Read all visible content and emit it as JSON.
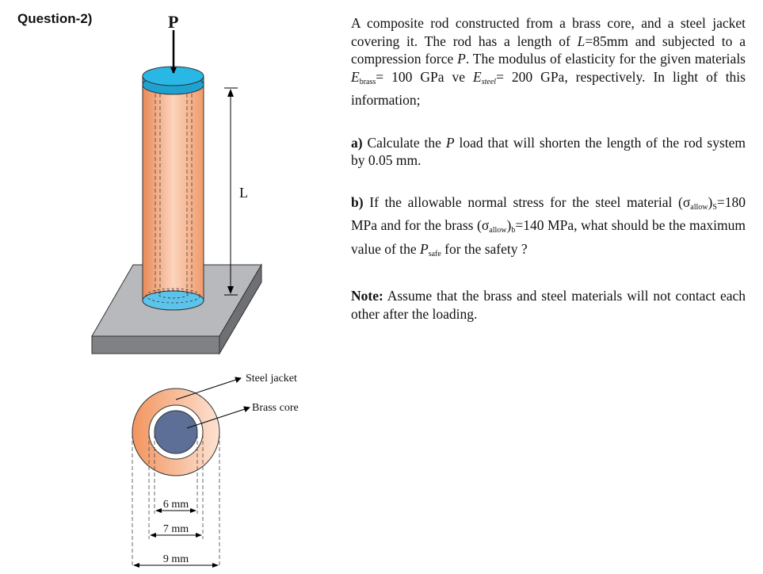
{
  "question_label": "Question-2)",
  "figure": {
    "load_label": "P",
    "length_label": "L",
    "steel_label": "Steel jacket",
    "brass_label": "Brass core",
    "dim_inner": "6 mm",
    "dim_middle": "7 mm",
    "dim_outer": "9 mm",
    "colors": {
      "steel": "#f3a57d",
      "brass": "#5d6f96",
      "cap": "#24b2e2",
      "plate": "#8d8f92"
    }
  },
  "problem": {
    "intro": {
      "t1": "A composite rod constructed from a brass core, and a steel jacket covering it. The rod  has a length of  ",
      "L": "L",
      "t2": "=85mm and subjected to a compression force ",
      "P": "P",
      "t3": ".  The modulus of  elasticity for the given materials   ",
      "E1": "E",
      "E1_sub": "brass",
      "t4": "= 100 GPa ve ",
      "E2": "E",
      "E2_sub": "steel",
      "t5": "= 200 GPa, respectively. In light of this information;"
    },
    "part_a": {
      "label": "a)",
      "t1": " Calculate the ",
      "P": "P",
      "t2": " load that will shorten the length of the rod system by 0.05 mm."
    },
    "part_b": {
      "label": "b)",
      "t1": " If the allowable normal stress for the steel material (σ",
      "sub1": "allow",
      "t2": ")",
      "sub2": "S",
      "t3": "=180 MPa and for the brass (σ",
      "sub3": "allow",
      "t4": ")",
      "sub4": "b",
      "t5": "=140 MPa, what should be the maximum value of  the ",
      "P": "P",
      "P_sub": "safe",
      "t6": " for the safety  ?"
    },
    "note": {
      "label": "Note:",
      "text": " Assume that the brass and steel materials will not contact each other after the loading."
    }
  }
}
